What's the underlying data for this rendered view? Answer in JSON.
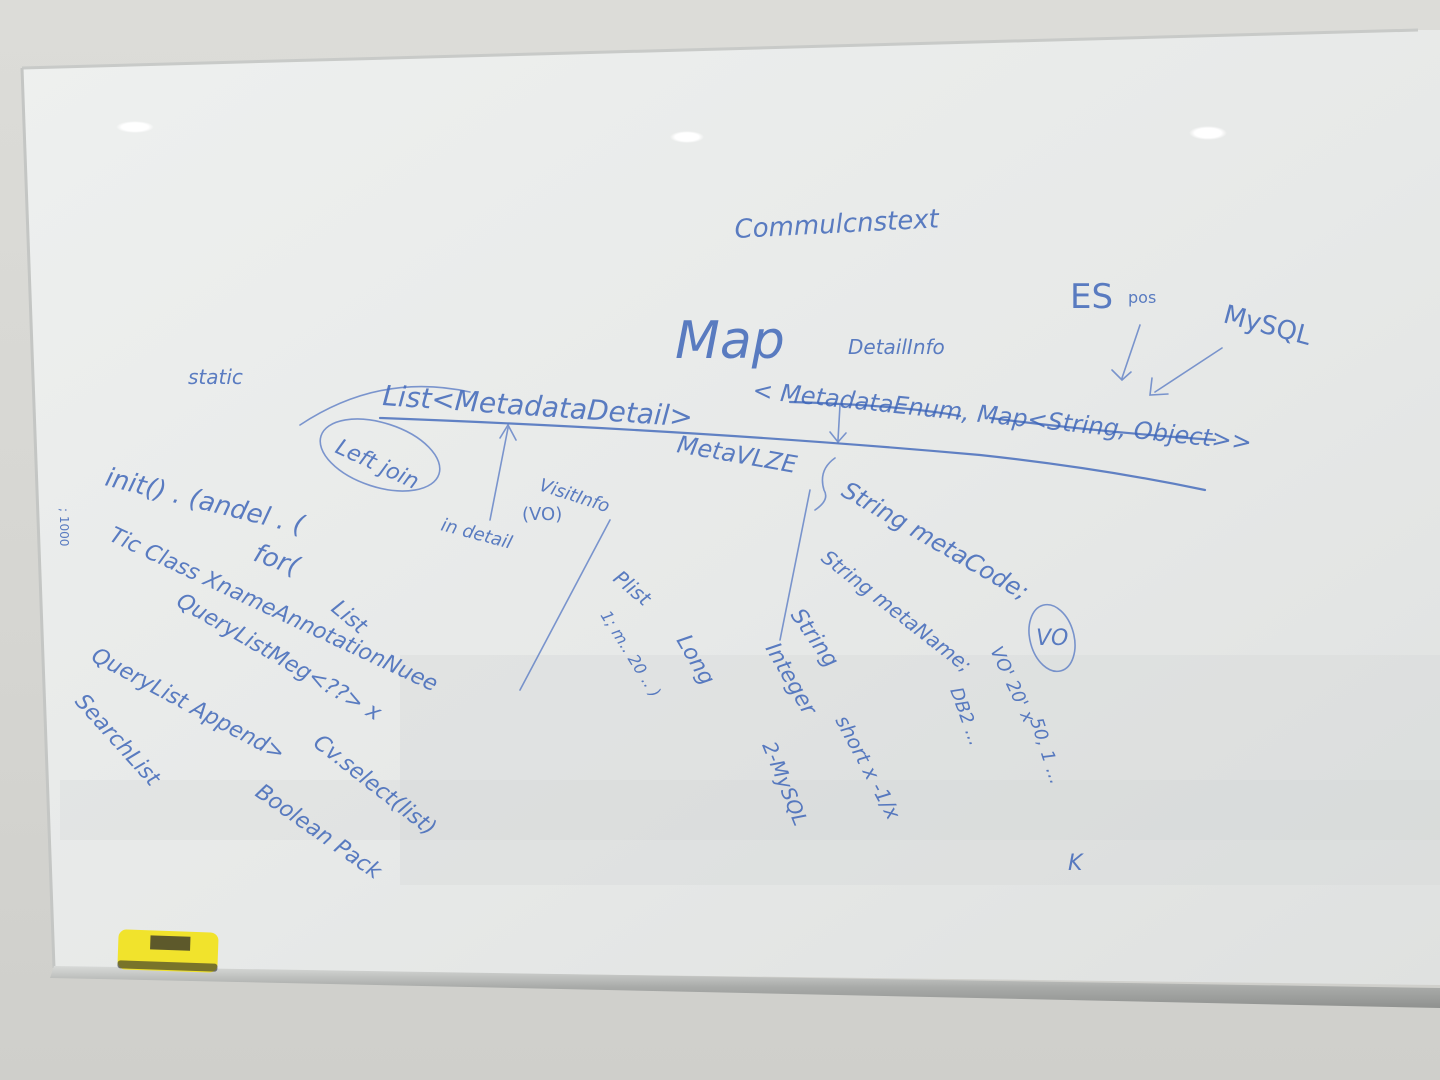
{
  "colors": {
    "wall": "#d8d8d4",
    "board": "#e9ebea",
    "marker_ink": "#3a63b8",
    "eraser": "#f1e32c",
    "tray": "#b8bab8"
  },
  "icons": {
    "eraser": "whiteboard-eraser-icon",
    "lights": "ceiling-light-reflection-icon"
  },
  "writing": {
    "top_note": "Commulcnstext",
    "es": "ES",
    "es_suffix": "pos",
    "mysql": "MySQL",
    "map": "Map",
    "detail": "DetailInfo",
    "map_generic": "< MetadataEnum, Map<String, Object>>",
    "static": "static",
    "list_line": "List<MetadataDetail>",
    "list_suffix": "MetaVLZE",
    "left_join": "Left join",
    "init": "init() . (andel . (",
    "visit_info": "VisitInfo",
    "vo_small": "(VO)",
    "for": "for(",
    "list": "List",
    "string_meta": "String metaCode;",
    "string_meta2": "String metaName;",
    "vo_circle": "VO",
    "class_line": "Tic Class XnameAnnotationNuee",
    "query_list": "QueryListMeg<??> x",
    "plus": "Plist",
    "in_detail": "in detail",
    "string_col": "String",
    "integer_col": "Integer",
    "long_col": "Long",
    "search_list": "SearchList",
    "query_list2": "QueryList Append>",
    "boolean": "Boolean Pack",
    "context": "Cv.select(list)",
    "notes_a": "1; m..  20 ..  )",
    "notes_b": "; 1000",
    "short_line": "short x  -1/x",
    "mysql_col": "2-MySQL",
    "vo_col": "VO'  20' x",
    "date_col": "DB2 ...",
    "number_col": "50, 1 ...",
    "k_mark": "K"
  }
}
